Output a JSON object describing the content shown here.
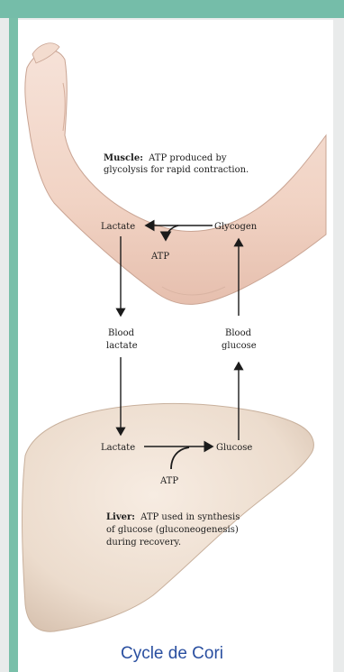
{
  "caption": "Cycle de Cori",
  "muscle": {
    "title_bold": "Muscle:",
    "line1": "ATP produced by",
    "line2": "glycolysis for rapid contraction."
  },
  "liver": {
    "title_bold": "Liver:",
    "line1": "ATP used in synthesis",
    "line2": "of glucose (gluconeogenesis)",
    "line3": "during recovery."
  },
  "nodes": {
    "muscle_lactate": "Lactate",
    "glycogen": "Glycogen",
    "muscle_atp": "ATP",
    "blood_lactate_1": "Blood",
    "blood_lactate_2": "lactate",
    "blood_glucose_1": "Blood",
    "blood_glucose_2": "glucose",
    "liver_lactate": "Lactate",
    "glucose": "Glucose",
    "liver_atp": "ATP"
  },
  "colors": {
    "accent_bar": "#75bda9",
    "caption": "#2a4fa0",
    "skin": "#f2d6c9",
    "liver": "#efe0d2"
  }
}
